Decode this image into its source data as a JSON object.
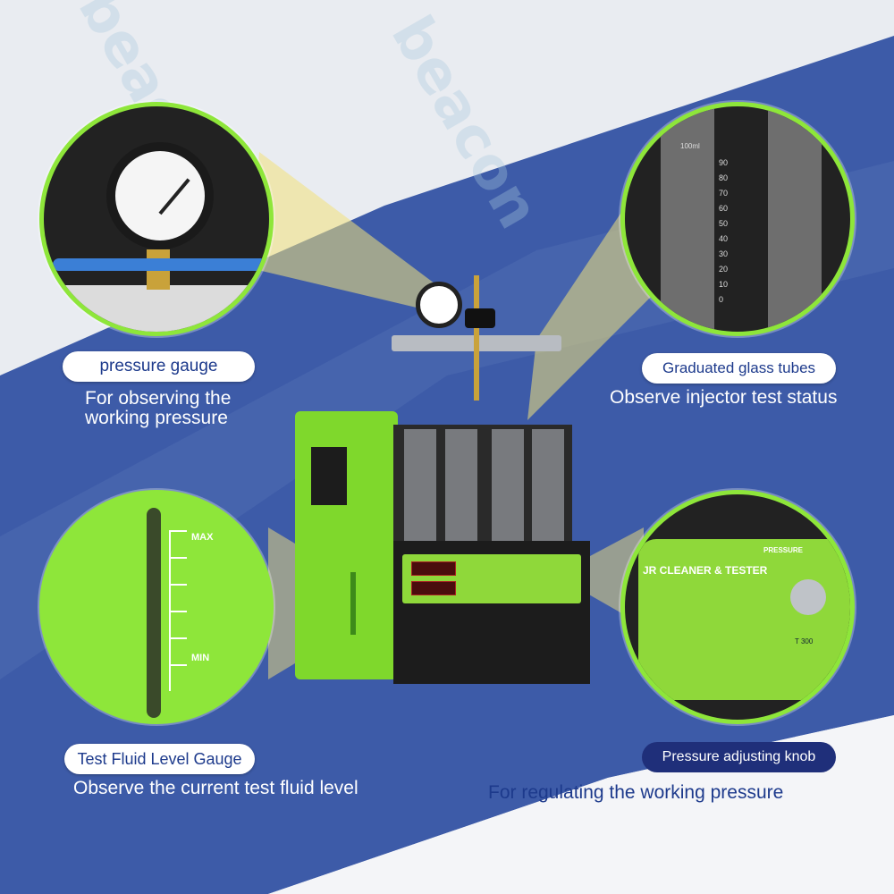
{
  "colors": {
    "accent_green": "#8ee63a",
    "blue_band": "#3d5ba8",
    "label_blue": "#1d3a8c",
    "dark_pill": "#1f2f7a"
  },
  "watermark": "beacon",
  "callouts": [
    {
      "label": "pressure gauge",
      "caption_lines": [
        "For observing the",
        "working pressure"
      ]
    },
    {
      "label": "Graduated glass tubes",
      "caption_lines": [
        "Observe injector test status"
      ]
    },
    {
      "label": "Test Fluid Level Gauge",
      "caption_lines": [
        "Observe the current test fluid level"
      ]
    },
    {
      "label": "Pressure adjusting knob",
      "caption_lines": [
        "For regulating the working pressure"
      ]
    }
  ],
  "level_gauge": {
    "max": "MAX",
    "min": "MIN"
  },
  "tubes": {
    "top": "100ml",
    "marks": [
      "90",
      "80",
      "70",
      "60",
      "50",
      "40",
      "30",
      "20",
      "10",
      "0"
    ]
  },
  "panel": {
    "title": "JR CLEANER & TESTER",
    "knob_label": "PRESSURE",
    "model": "T 300"
  }
}
